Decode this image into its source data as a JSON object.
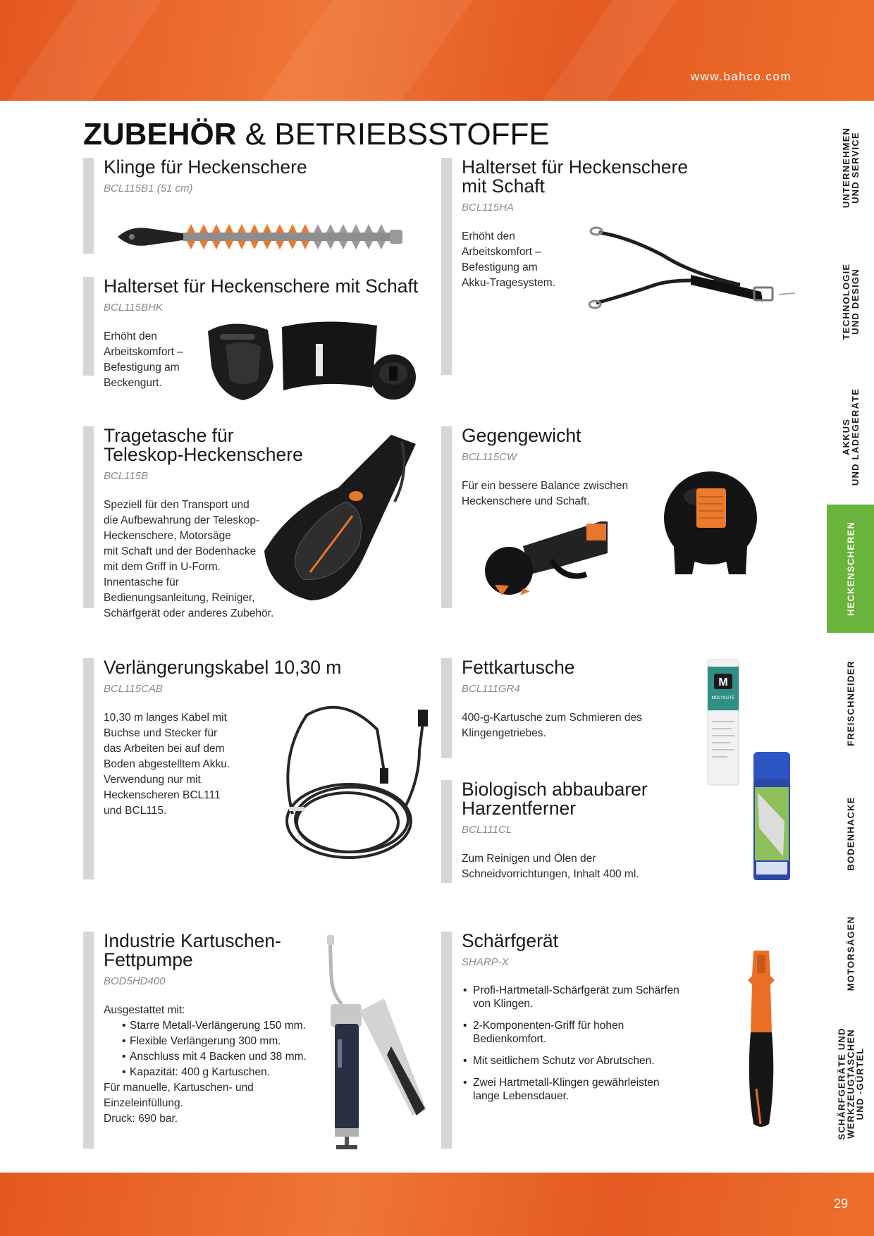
{
  "header": {
    "url": "www.bahco.com"
  },
  "page": {
    "title_bold": "ZUBEHÖR",
    "title_rest": " & BETRIEBSSTOFFE",
    "number": "29"
  },
  "accent_color": "#ec6a2c",
  "active_color": "#69b43c",
  "sidebar": {
    "items": [
      {
        "line1": "UNTERNEHMEN",
        "line2": "UND SERVICE"
      },
      {
        "line1": "TECHNOLOGIE",
        "line2": "UND DESIGN"
      },
      {
        "line1": "AKKUS",
        "line2": "UND LADEGERÄTE"
      },
      {
        "line1": "HECKENSCHEREN",
        "line2": ""
      },
      {
        "line1": "FREISCHNEIDER",
        "line2": ""
      },
      {
        "line1": "BODENHACKE",
        "line2": ""
      },
      {
        "line1": "MOTORSÄGEN",
        "line2": ""
      },
      {
        "line1": "SCHÄRFGERÄTE UND",
        "line2": "WERKZEUGTASCHEN",
        "line3": "UND -GÜRTEL"
      }
    ],
    "active_index": 3
  },
  "products": {
    "klinge": {
      "title": "Klinge für Heckenschere",
      "code": "BCL115B1 (51 cm)"
    },
    "halterset_gurt": {
      "title": "Halterset für Heckenschere mit Schaft",
      "code": "BCL115BHK",
      "desc": [
        "Erhöht den",
        "Arbeitskomfort –",
        "Befestigung am",
        "Beckengurt."
      ]
    },
    "halterset_trage": {
      "title": [
        "Halterset für Heckenschere",
        "mit Schaft"
      ],
      "code": "BCL115HA",
      "desc": [
        "Erhöht den",
        "Arbeitskomfort –",
        "Befestigung am",
        "Akku-Tragesystem."
      ]
    },
    "tragetasche": {
      "title": [
        "Tragetasche für",
        "Teleskop-Heckenschere"
      ],
      "code": "BCL115B",
      "desc": [
        "Speziell für den Transport und",
        "die Aufbewahrung der Teleskop-",
        "Heckenschere, Motorsäge",
        "mit Schaft und der Bodenhacke",
        "mit dem Griff in U-Form.",
        "Innentasche für",
        "Bedienungsanleitung, Reiniger,",
        "Schärfgerät oder anderes Zubehör."
      ]
    },
    "gegengewicht": {
      "title": "Gegengewicht",
      "code": "BCL115CW",
      "desc": [
        "Für ein bessere Balance zwischen",
        "Heckenschere und Schaft."
      ]
    },
    "kabel": {
      "title": "Verlängerungskabel 10,30 m",
      "code": "BCL115CAB",
      "desc": [
        "10,30 m langes Kabel mit",
        "Buchse und Stecker für",
        "das Arbeiten bei auf dem",
        "Boden abgestelltem Akku.",
        "Verwendung nur mit",
        "Heckenscheren BCL111",
        "und BCL115."
      ]
    },
    "fett": {
      "title": "Fettkartusche",
      "code": "BCL111GR4",
      "desc": [
        "400-g-Kartusche zum Schmieren des",
        "Klingengetriebes."
      ]
    },
    "harz": {
      "title": [
        "Biologisch abbaubarer",
        "Harzentferner"
      ],
      "code": "BCL111CL",
      "desc": [
        "Zum Reinigen und Ölen der",
        "Schneidvorrichtungen, Inhalt 400 ml."
      ]
    },
    "pumpe": {
      "title": [
        "Industrie Kartuschen-",
        "Fettpumpe"
      ],
      "code": "BOD5HD400",
      "intro": "Ausgestattet mit:",
      "items": [
        "Starre Metall-Verlängerung 150 mm.",
        "Flexible Verlängerung 300 mm.",
        "Anschluss mit 4 Backen und 38 mm.",
        "Kapazität: 400 g Kartuschen."
      ],
      "outro": [
        "Für manuelle, Kartuschen- und",
        "Einzeleinfüllung.",
        "Druck: 690 bar."
      ]
    },
    "schaerf": {
      "title": "Schärfgerät",
      "code": "SHARP-X",
      "features": [
        [
          "Profi-Hartmetall-Schärfgerät zum Schärfen",
          "von Klingen."
        ],
        [
          "2-Komponenten-Griff für hohen",
          "Bedienkomfort."
        ],
        [
          "Mit seitlichem Schutz vor Abrutschen."
        ],
        [
          "Zwei Hartmetall-Klingen gewährleisten",
          "lange Lebensdauer."
        ]
      ]
    },
    "labels": {
      "molykote_mark": "M",
      "molykote_brand": "MOLYKOTE"
    }
  }
}
